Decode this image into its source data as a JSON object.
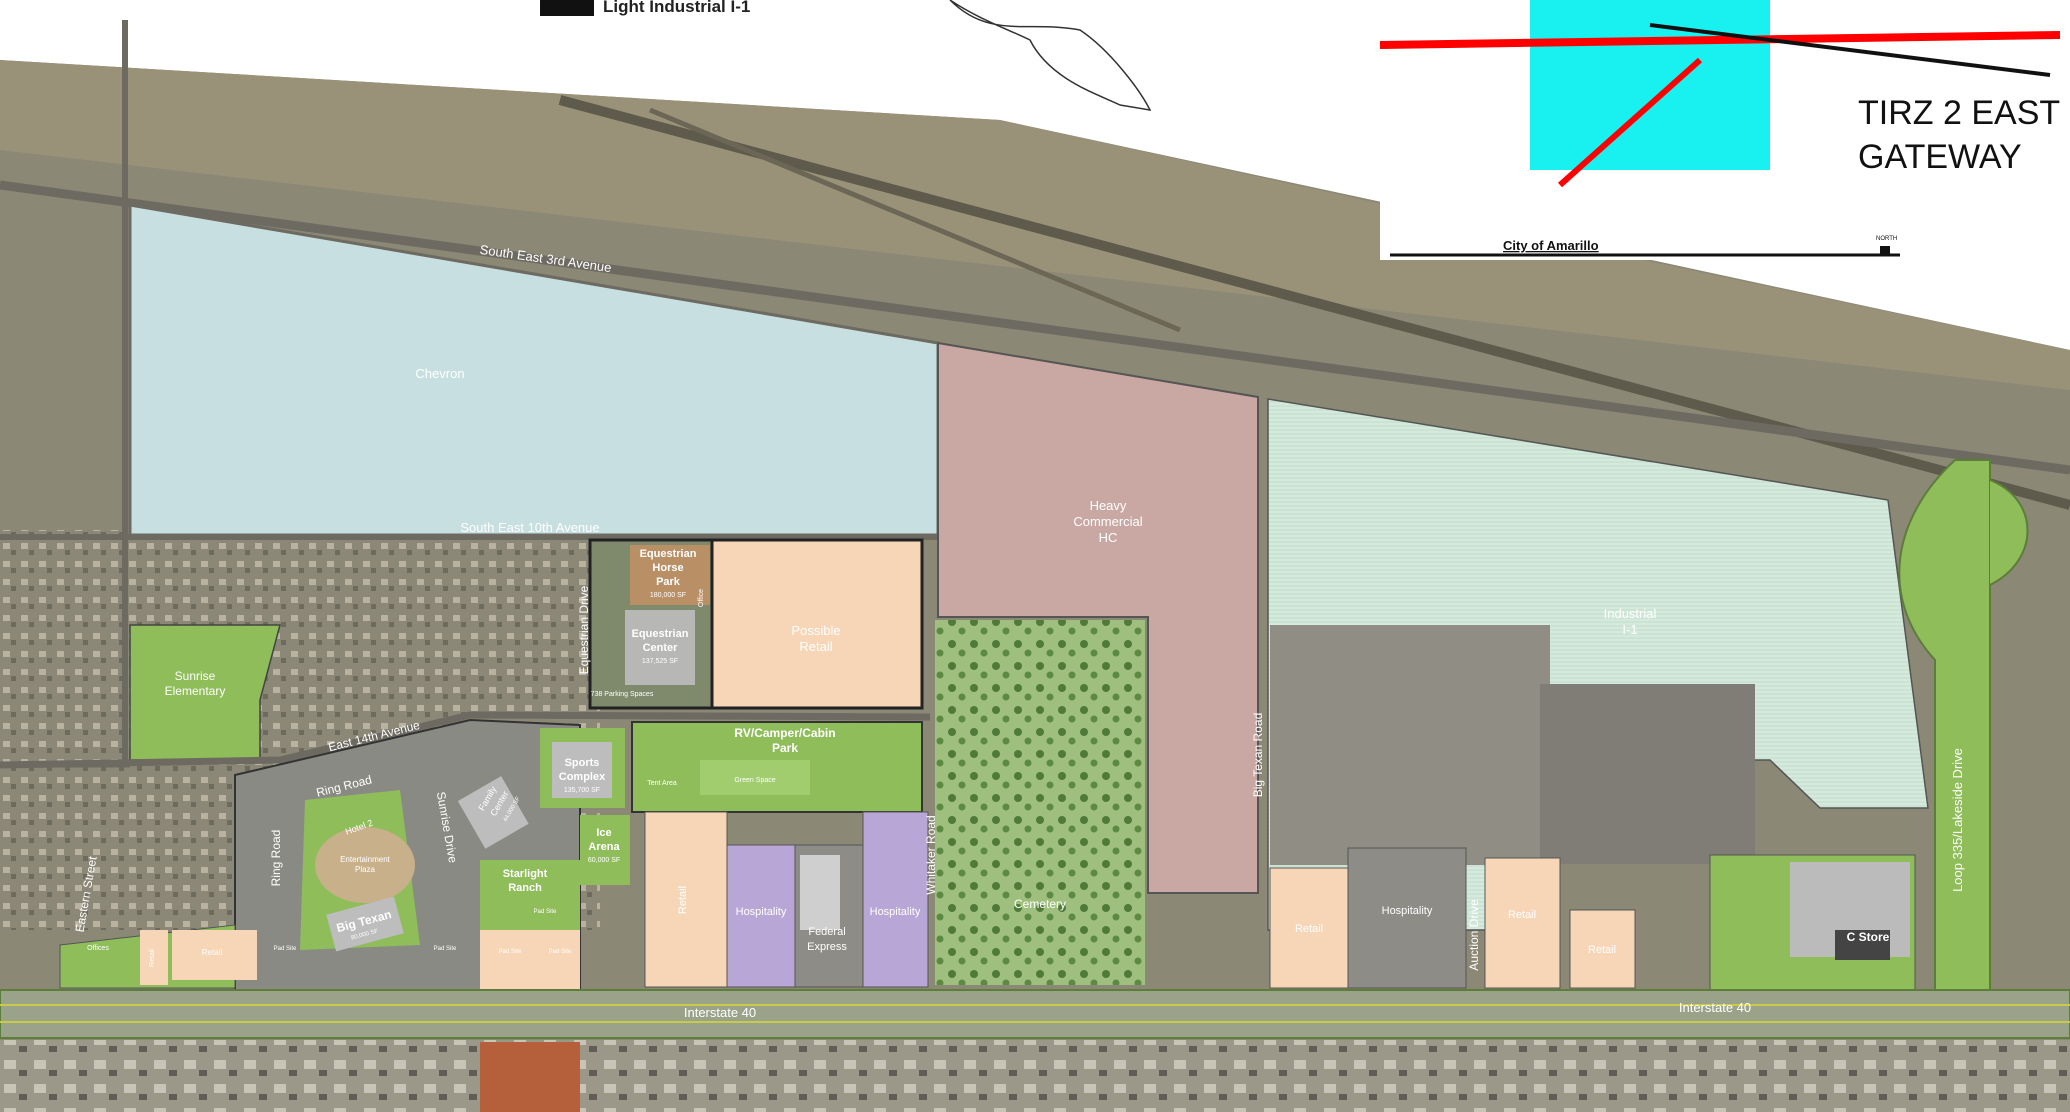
{
  "legend": {
    "item_label": "Light Industrial I-1",
    "item_color": "#111111"
  },
  "inset": {
    "title_line1": "TIRZ 2 EAST",
    "title_line2": "GATEWAY",
    "city_label": "City of Amarillo",
    "north_label": "NORTH"
  },
  "roads": {
    "se_3rd": "South East 3rd Avenue",
    "se_10th": "South East 10th Avenue",
    "east_14th": "East 14th Avenue",
    "ring_road_top": "Ring Road",
    "ring_road_side": "Ring Road",
    "sunrise_drive": "Sunrise Drive",
    "equestrian_drive": "Equestrian Drive",
    "whitaker_road": "Whitaker Road",
    "big_texan_road": "Big Texan Road",
    "auction_drive": "Auction Drive",
    "eastern_street": "Eastern Street",
    "interstate_west": "Interstate 40",
    "interstate_east": "Interstate 40",
    "loop_335": "Loop 335/Lakeside Drive"
  },
  "parcels": {
    "chevron": "Chevron",
    "heavy_commercial": [
      "Heavy",
      "Commercial",
      "HC"
    ],
    "industrial": [
      "Industrial",
      "I-1"
    ],
    "possible_retail": [
      "Possible",
      "Retail"
    ],
    "equestrian_horse_park": [
      "Equestrian",
      "Horse",
      "Park"
    ],
    "horse_park_sf": "180,000 SF",
    "equestrian_center": [
      "Equestrian",
      "Center"
    ],
    "equestrian_center_sf": "137,525 SF",
    "parking_spaces": "738 Parking Spaces",
    "office": "Office",
    "sunrise_elementary": [
      "Sunrise",
      "Elementary"
    ],
    "rv_park": [
      "RV/Camper/Cabin",
      "Park"
    ],
    "tent_area": "Tent Area",
    "green_space": "Green Space",
    "sports_complex": [
      "Sports",
      "Complex"
    ],
    "sports_complex_sf": "135,700 SF",
    "ice_arena": [
      "Ice",
      "Arena"
    ],
    "ice_arena_sf": "60,000 SF",
    "family_center": [
      "Family",
      "Center"
    ],
    "family_center_sf": "44,000 SF",
    "hotel_2": "Hotel 2",
    "entertainment_plaza": [
      "Entertainment",
      "Plaza"
    ],
    "big_texan": "Big Texan",
    "big_texan_sf": "80,000 SF",
    "starlight_ranch": [
      "Starlight",
      "Ranch"
    ],
    "retail": "Retail",
    "hospitality": "Hospitality",
    "federal_express": [
      "Federal",
      "Express"
    ],
    "cemetery": "Cemetery",
    "c_store": "C Store",
    "pad_site": "Pad Site",
    "offices": "Offices"
  },
  "colors": {
    "chevron": "#c7dfe0",
    "heavy_commercial": "#c9a8a3",
    "industrial": "#d4eadd",
    "retail": "#f6d6b6",
    "hospitality": "#b7a6d6",
    "green": "#8fbd5a",
    "aerial": "#8b8876",
    "interstate": "#9aa28a"
  }
}
